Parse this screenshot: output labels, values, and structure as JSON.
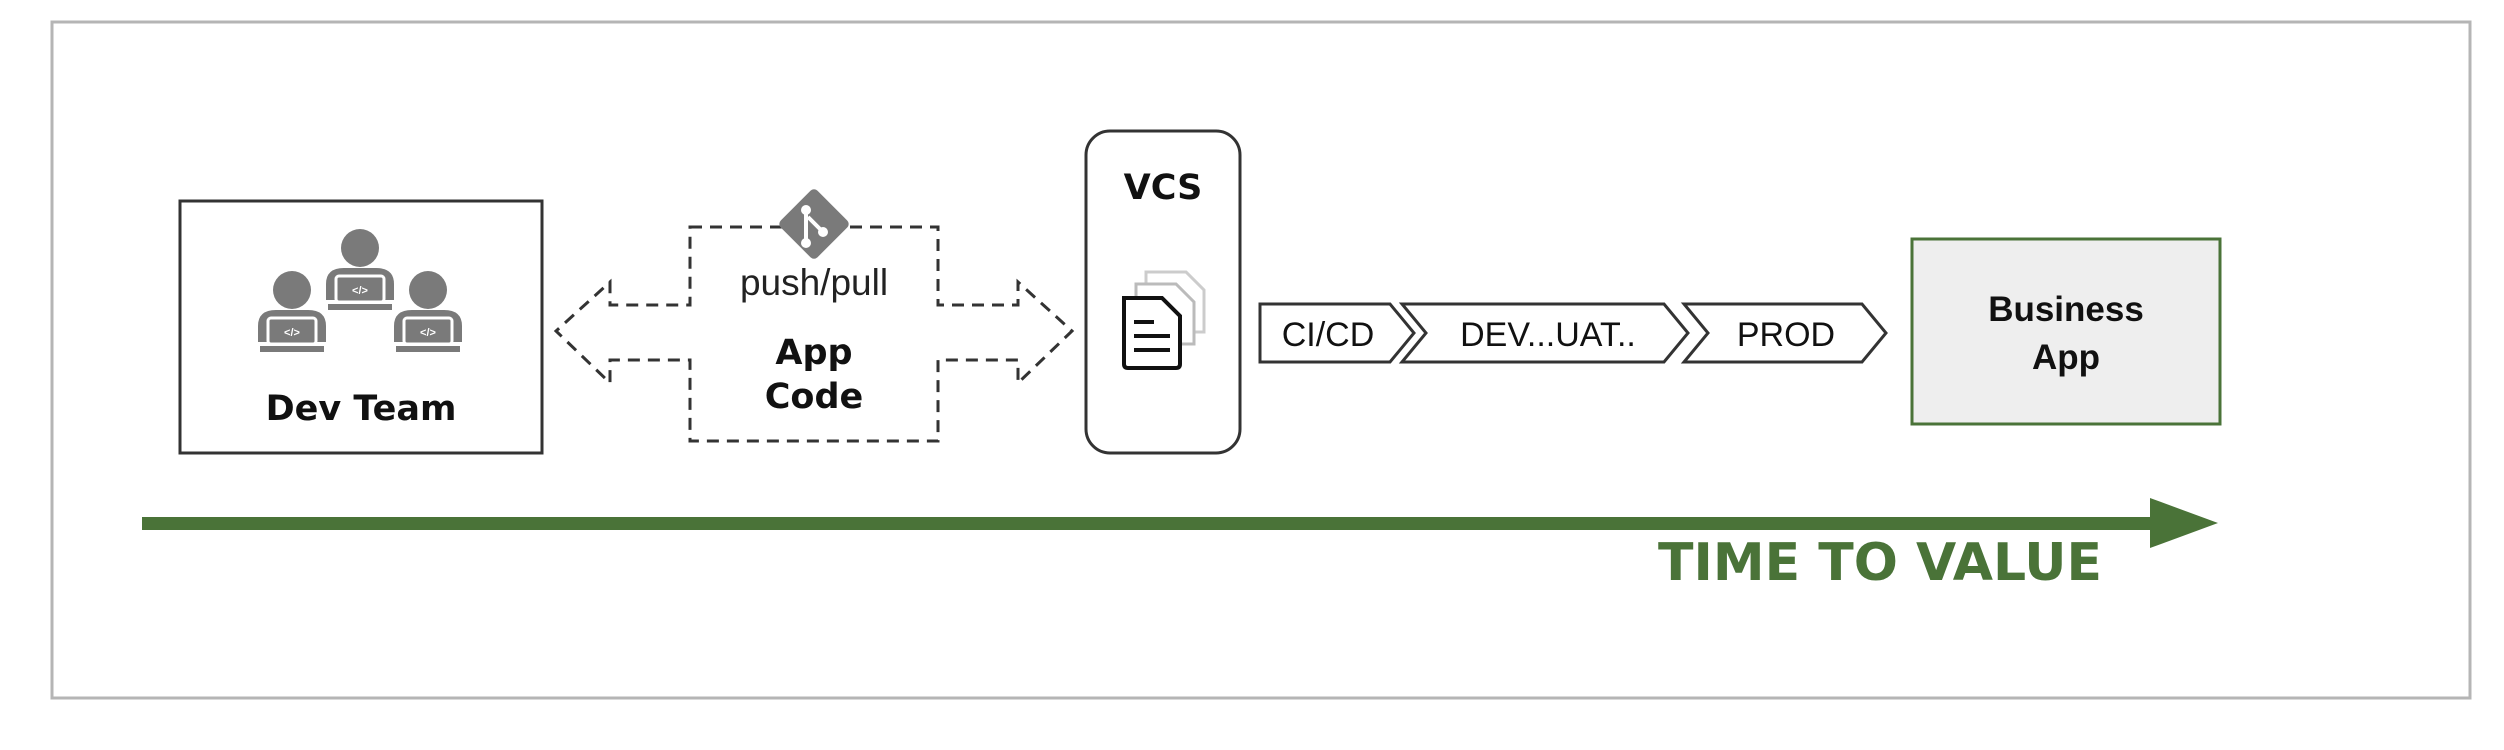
{
  "dev_team": {
    "label": "Dev Team"
  },
  "app_code": {
    "action_label": "push/pull",
    "label_line1": "App",
    "label_line2": "Code"
  },
  "vcs": {
    "label": "VCS"
  },
  "pipeline": {
    "stages": [
      {
        "label": "CI/CD"
      },
      {
        "label": "DEV...UAT.."
      },
      {
        "label": "PROD"
      }
    ]
  },
  "business_app": {
    "label_line1": "Business",
    "label_line2": "App"
  },
  "timeline": {
    "label": "TIME TO VALUE"
  },
  "colors": {
    "accent_green": "#4a7338",
    "icon_gray": "#7a7a7a",
    "border_dark": "#333333",
    "box_fill_gray": "#eeeeee",
    "frame_gray": "#b5b5b5"
  },
  "icons": [
    "developer-icon",
    "git-icon",
    "document-stack-icon",
    "arrow-right-icon"
  ]
}
